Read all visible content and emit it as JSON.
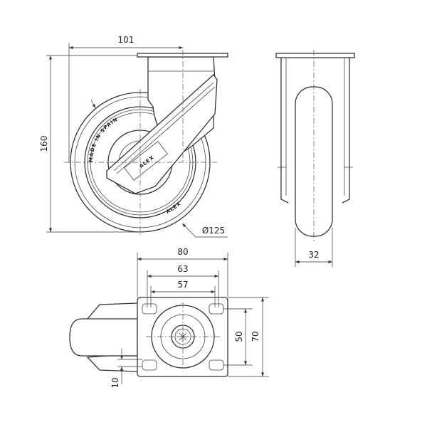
{
  "title": "Swivel castor technical drawing",
  "dimensions": {
    "overall_offset": "101",
    "overall_height": "160",
    "wheel_diameter": "Ø125",
    "wheel_width": "32",
    "plate_length": "80",
    "hole_spacing_outer": "63",
    "hole_spacing_inner": "57",
    "hole_spacing_vertical": "50",
    "plate_width": "70",
    "plate_thickness_offset": "10"
  },
  "markings": {
    "brand": "ALEX",
    "origin": "MADE IN SPAIN"
  }
}
